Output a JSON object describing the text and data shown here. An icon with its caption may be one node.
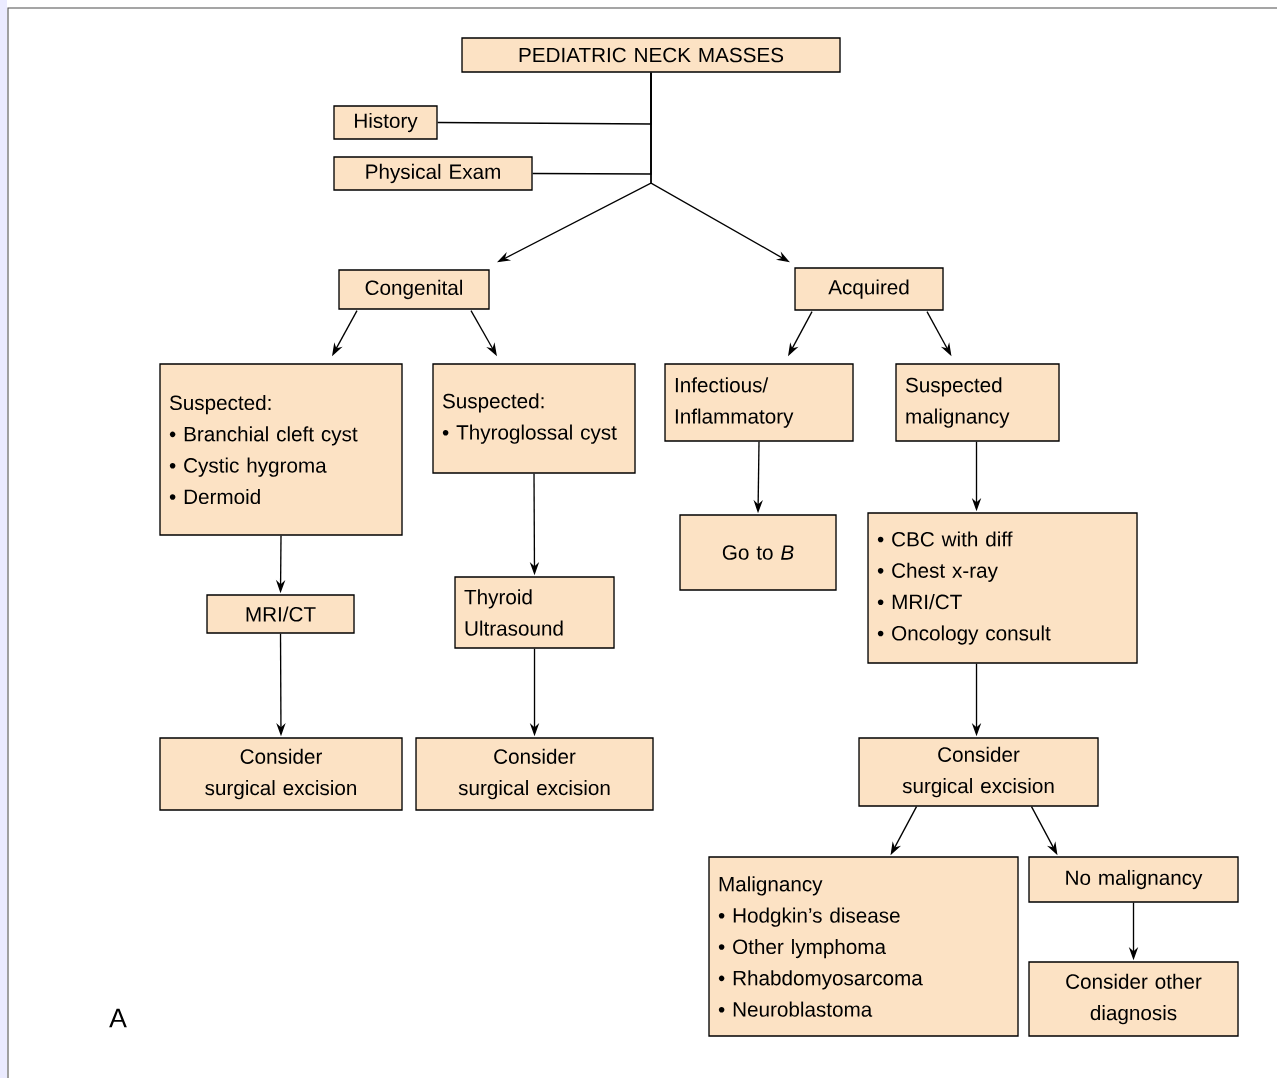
{
  "diagram": {
    "nodes": [
      {
        "text": [
          "PEDIATRIC NECK MASSES"
        ]
      },
      {
        "text": [
          "History"
        ]
      },
      {
        "text": [
          "Physical Exam"
        ]
      },
      {
        "text": [
          "Congenital"
        ]
      },
      {
        "text": [
          "Acquired"
        ]
      },
      {
        "text": [
          "Suspected:",
          "• Branchial cleft cyst",
          "• Cystic hygroma",
          "• Dermoid"
        ]
      },
      {
        "text": [
          "Suspected:",
          "• Thyroglossal cyst"
        ]
      },
      {
        "text": [
          "Infectious/ Inflammatory"
        ]
      },
      {
        "text": [
          "Suspected malignancy"
        ]
      },
      {
        "text": [
          "MRI/CT"
        ]
      },
      {
        "text": [
          "Thyroid Ultrasound"
        ]
      },
      {
        "text": [
          "Go to *B*"
        ]
      },
      {
        "text": [
          "• CBC with diff",
          "• Chest x-ray",
          "• MRI/CT",
          "• Oncology consult"
        ]
      },
      {
        "text": [
          "Consider surgical excision"
        ]
      },
      {
        "text": [
          "Consider surgical excision"
        ]
      },
      {
        "text": [
          "Consider surgical excision"
        ]
      },
      {
        "text": [
          "Malignancy",
          "• Hodgkin’s disease",
          "• Other lymphoma",
          "• Rhabdomyosarcoma",
          "• Neuroblastoma"
        ]
      },
      {
        "text": [
          "No malignancy"
        ]
      },
      {
        "text": [
          "Consider other diagnosis"
        ]
      }
    ],
    "edges": [
      {
        "from": 1,
        "to": 0,
        "arrow": "none"
      },
      {
        "from": 2,
        "to": 0,
        "arrow": "none"
      },
      {
        "from": 0,
        "to": 3,
        "arrow": "to"
      },
      {
        "from": 0,
        "to": 4,
        "arrow": "to"
      },
      {
        "from": 3,
        "to": 5,
        "arrow": "to"
      },
      {
        "from": 3,
        "to": 6,
        "arrow": "to"
      },
      {
        "from": 4,
        "to": 7,
        "arrow": "to"
      },
      {
        "from": 4,
        "to": 8,
        "arrow": "to"
      },
      {
        "from": 5,
        "to": 9,
        "arrow": "to"
      },
      {
        "from": 9,
        "to": 13,
        "arrow": "to"
      },
      {
        "from": 6,
        "to": 10,
        "arrow": "to"
      },
      {
        "from": 10,
        "to": 14,
        "arrow": "to"
      },
      {
        "from": 7,
        "to": 11,
        "arrow": "to"
      },
      {
        "from": 8,
        "to": 12,
        "arrow": "to"
      },
      {
        "from": 12,
        "to": 15,
        "arrow": "to"
      },
      {
        "from": 15,
        "to": 16,
        "arrow": "to"
      },
      {
        "from": 15,
        "to": 17,
        "arrow": "to"
      },
      {
        "from": 17,
        "to": 18,
        "arrow": "to"
      }
    ],
    "labels": [
      "A"
    ]
  }
}
